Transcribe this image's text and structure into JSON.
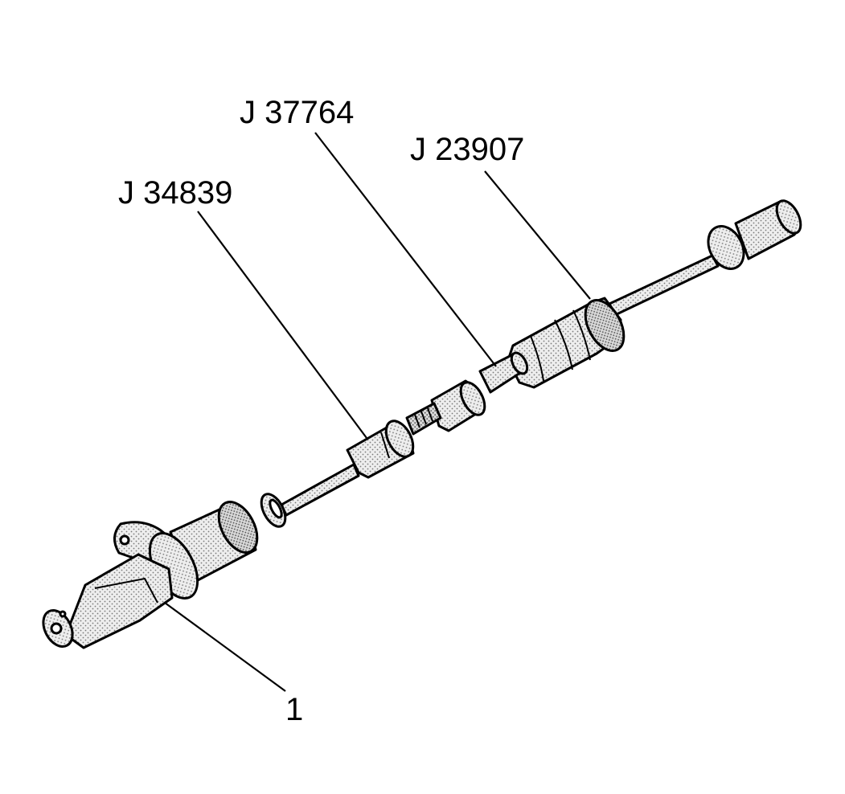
{
  "callouts": {
    "j37764": "J 37764",
    "j23907": "J 23907",
    "j34839": "J 34839",
    "item1": "1"
  }
}
